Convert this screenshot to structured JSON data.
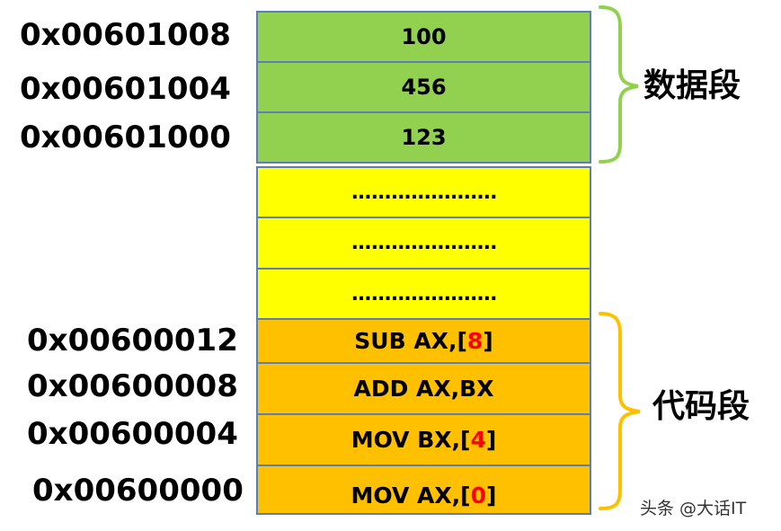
{
  "data_segment": {
    "label": "数据段",
    "cells": [
      {
        "address": "0x00601008",
        "value": "100"
      },
      {
        "address": "0x00601004",
        "value": "456"
      },
      {
        "address": "0x00601000",
        "value": "123"
      }
    ],
    "brace_color": "#92d050"
  },
  "gap_segment": {
    "cells": [
      {
        "value": "......................"
      },
      {
        "value": "......................"
      },
      {
        "value": "......................"
      }
    ]
  },
  "code_segment": {
    "label": "代码段",
    "cells": [
      {
        "address": "0x00600012",
        "prefix": "SUB AX,[",
        "operand": "8",
        "suffix": "]"
      },
      {
        "address": "0x00600008",
        "prefix": "ADD AX,BX",
        "operand": "",
        "suffix": ""
      },
      {
        "address": "0x00600004",
        "prefix": "MOV BX,[",
        "operand": "4",
        "suffix": "]"
      },
      {
        "address": "0x00600000",
        "prefix": "MOV AX,[",
        "operand": "0",
        "suffix": "]"
      }
    ],
    "brace_color": "#ffc000"
  },
  "colors": {
    "data_fill": "#92d050",
    "gap_fill": "#ffff00",
    "code_fill": "#ffc000",
    "cell_border": "#5b7fb5",
    "operand": "#ff0000"
  },
  "watermark": "头条 @大话IT"
}
